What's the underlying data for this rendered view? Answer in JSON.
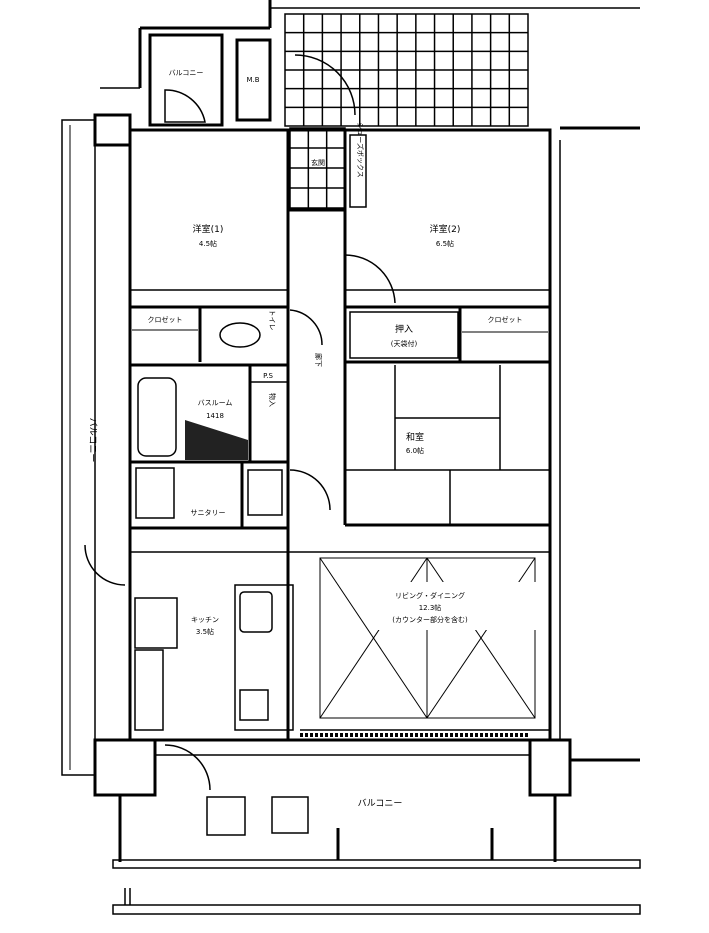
{
  "plan": {
    "rooms": {
      "balcony_top": "バルコニー",
      "meter_box": "M.B",
      "western_room_1": {
        "name": "洋室(1)",
        "size": "4.5帖"
      },
      "entrance": "玄関",
      "shoe_box": "シューズボックス",
      "western_room_2": {
        "name": "洋室(2)",
        "size": "6.5帖"
      },
      "closet_left": "クロゼット",
      "toilet": "トイレ",
      "hallway": "廊下",
      "oshiire": {
        "name": "押入",
        "note": "(天袋付)"
      },
      "closet_right": "クロゼット",
      "pipe_space": "P.S",
      "bathroom": {
        "name": "バスルーム",
        "size": "1418"
      },
      "storage": "物入",
      "sanitary": "サニタリー",
      "japanese_room": {
        "name": "和室",
        "size": "6.0帖"
      },
      "kitchen": {
        "name": "キッチン",
        "size": "3.5帖"
      },
      "living_dining": {
        "name": "リビング・ダイニング",
        "size": "12.3帖",
        "note": "(カウンター部分を含む)"
      },
      "balcony_side": "バルコニー",
      "balcony_bottom": "バルコニー"
    }
  }
}
